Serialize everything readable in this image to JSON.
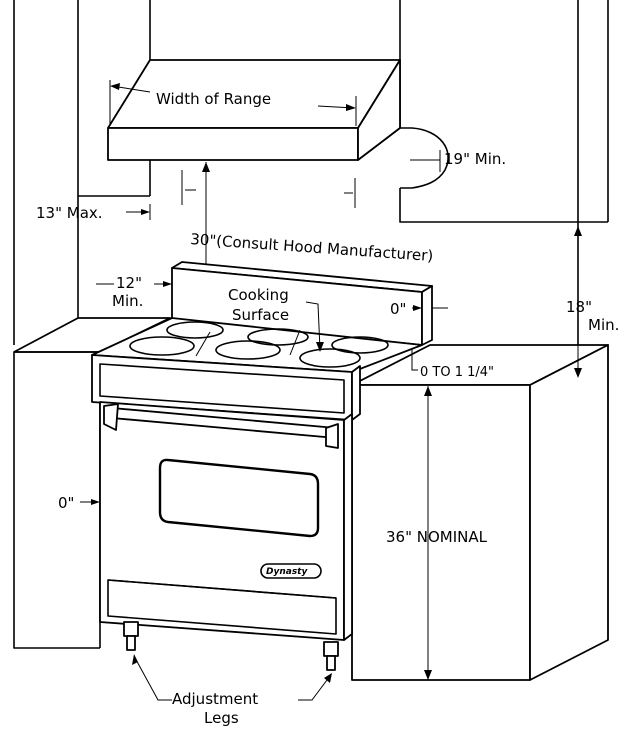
{
  "labels": {
    "width_of_range": "Width of Range",
    "nineteen_min": "19\" Min.",
    "thirteen_max": "13\" Max.",
    "thirty_consult": "30\"(Consult Hood Manufacturer)",
    "twelve": "12\"",
    "min_left": "Min.",
    "cooking": "Cooking",
    "surface": "Surface",
    "zero_top": "0\"",
    "eighteen": "18\"",
    "min_right": "Min.",
    "zero_to_quarter": "0 TO 1 1/4\"",
    "zero_left": "0\"",
    "thirty_six_nominal": "36\" NOMINAL",
    "brand": "Dynasty",
    "adjustment": "Adjustment",
    "legs": "Legs"
  }
}
